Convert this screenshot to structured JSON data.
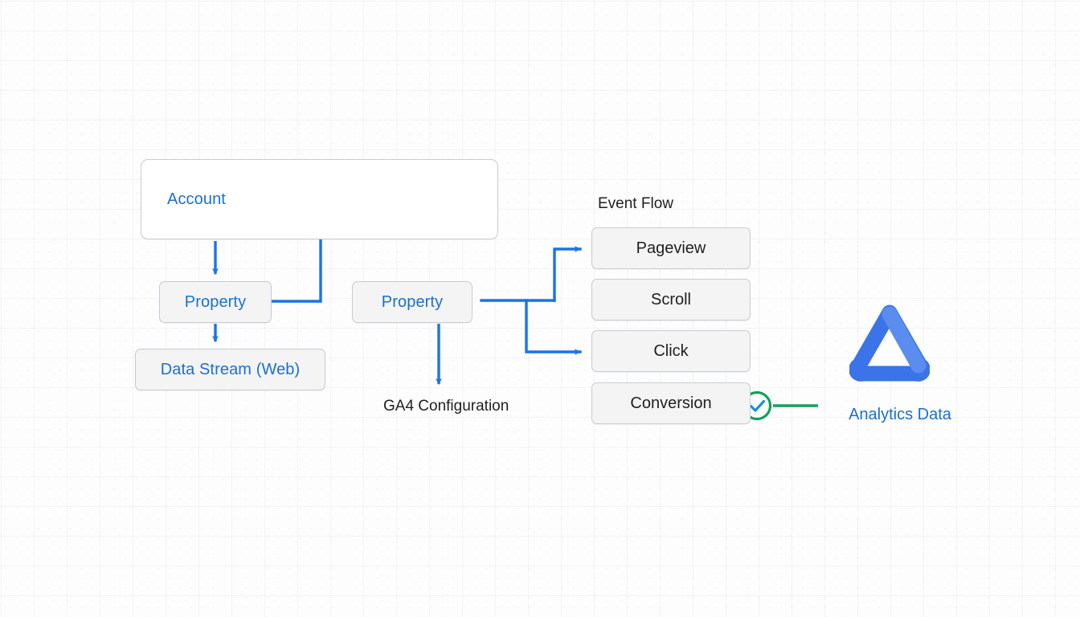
{
  "diagram": {
    "title_hidden": "",
    "colors": {
      "accent_blue": "#1a6fd4",
      "arrow_blue": "#1a73e8",
      "logo_blue": "#3b74e8",
      "logo_blue_light": "#5b8def",
      "success_green": "#12a05e",
      "check_blue": "#1a8fd4",
      "node_fill": "#f4f4f5",
      "node_border": "#c8ccd0",
      "text_dark": "#1f1f1f",
      "canvas_bg": "#fdfdfd"
    },
    "hierarchy": {
      "account": {
        "label": "Account"
      },
      "property_left": {
        "label": "Property"
      },
      "data_stream": {
        "label": "Data Stream (Web)"
      },
      "property_right": {
        "label": "Property"
      },
      "ga4_configuration": {
        "label": "GA4 Configuration"
      }
    },
    "event_flow": {
      "heading": "Event Flow",
      "events": [
        {
          "label": "Pageview"
        },
        {
          "label": "Scroll"
        },
        {
          "label": "Click"
        },
        {
          "label": "Conversion"
        }
      ]
    },
    "output": {
      "status_icon": "check-circle-icon",
      "logo_icon": "analytics-triangle-logo",
      "caption": "Analytics Data"
    }
  }
}
